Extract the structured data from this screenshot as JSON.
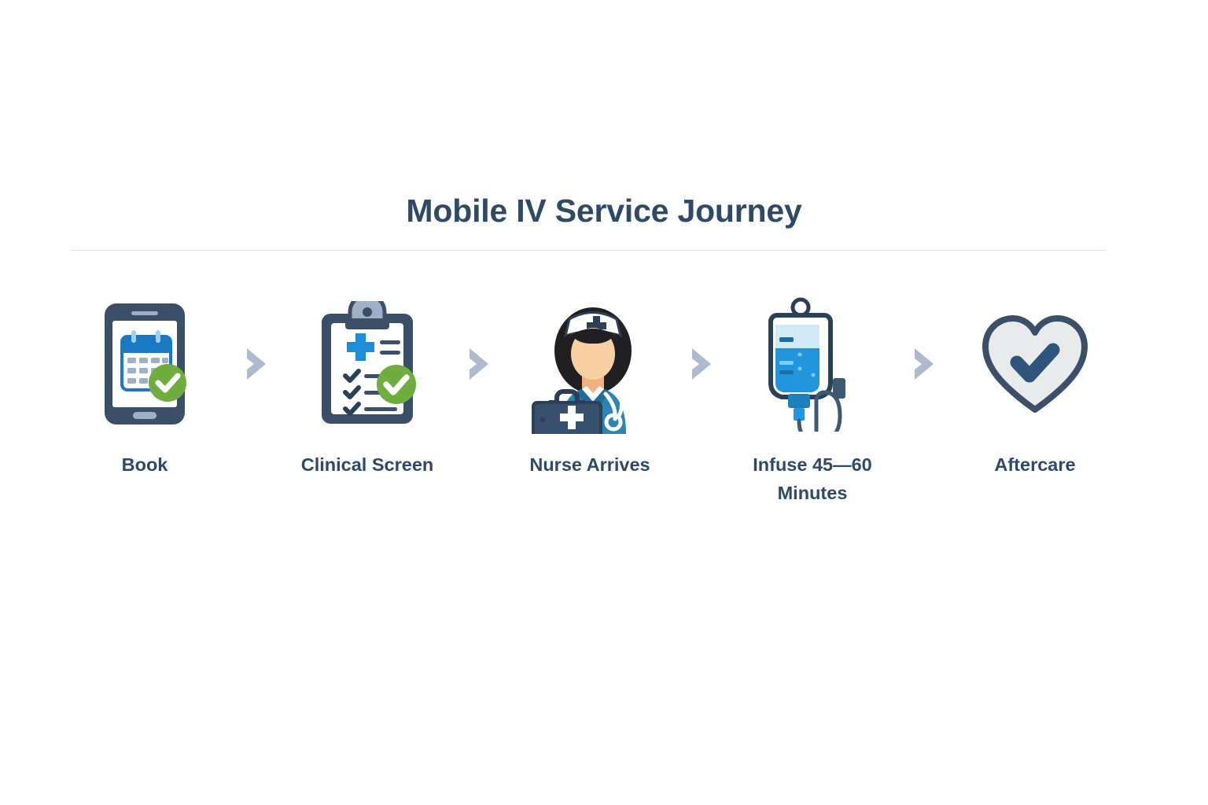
{
  "header": {
    "title": "Mobile IV Service Journey"
  },
  "colors": {
    "background": "#ffffff",
    "title_navy": "#2e4a66",
    "label_navy": "#2e4a66",
    "divider": "#e4e4e6",
    "chevron": "#aebacd",
    "badge_green": "#6fae3e",
    "icon_navy": "#3b5068",
    "icon_blue": "#1b78c2",
    "icon_light_blue": "#4aa8e0",
    "skin": "#f6c9a0",
    "scrub_blue": "#2b84b1",
    "heart_fill": "#e8eaec"
  },
  "flow": {
    "steps": [
      {
        "id": "book",
        "label": "Book",
        "icon": "phone-calendar-check-icon"
      },
      {
        "id": "clinical-screen",
        "label": "Clinical Screen",
        "icon": "clipboard-checklist-check-icon"
      },
      {
        "id": "nurse-arrives",
        "label": "Nurse Arrives",
        "icon": "nurse-with-medical-bag-icon"
      },
      {
        "id": "infuse",
        "label": "Infuse 45—60 Minutes",
        "icon": "iv-drip-bag-icon"
      },
      {
        "id": "aftercare",
        "label": "Aftercare",
        "icon": "heart-check-icon"
      }
    ],
    "separators": [
      {
        "id": "sep-1",
        "icon": "chevron-right-icon"
      },
      {
        "id": "sep-2",
        "icon": "chevron-right-icon"
      },
      {
        "id": "sep-3",
        "icon": "chevron-right-icon"
      },
      {
        "id": "sep-4",
        "icon": "chevron-right-icon"
      }
    ]
  }
}
